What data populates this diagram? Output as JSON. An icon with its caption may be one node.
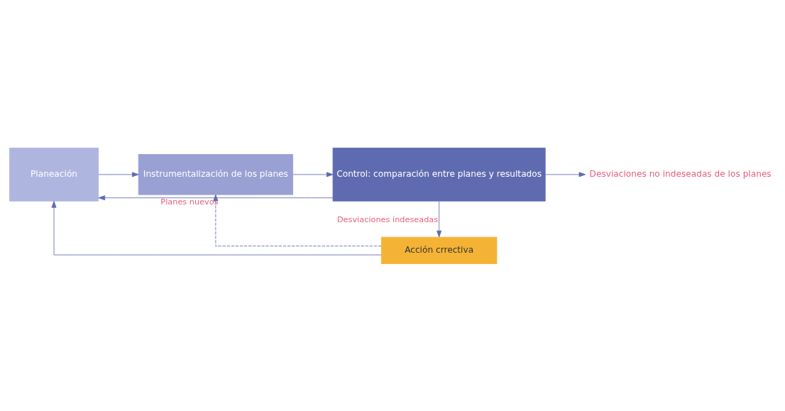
{
  "diagram": {
    "nodes": [
      {
        "text": [
          "Planeación"
        ]
      },
      {
        "text": [
          "Instrumentalización de los planes"
        ]
      },
      {
        "text": [
          "Control: comparación entre planes y resultados"
        ]
      },
      {
        "text": [
          "Desviaciones no indeseadas de los planes"
        ]
      },
      {
        "text": [
          "Acción crrectiva"
        ]
      }
    ],
    "edges": [
      {
        "from": 2,
        "to": 0,
        "arrow": "to",
        "label": "Planes nuevos"
      },
      {
        "from": 0,
        "to": 1,
        "arrow": "to"
      },
      {
        "from": 1,
        "to": 2,
        "arrow": "to"
      },
      {
        "from": 2,
        "to": 3,
        "arrow": "to"
      },
      {
        "from": 2,
        "to": 4,
        "arrow": "to",
        "label": "Desviaciones indeseadas"
      },
      {
        "from": 4,
        "to": 0,
        "arrow": "to"
      },
      {
        "from": 4,
        "to": 1,
        "arrow": "to",
        "style": "dashed"
      }
    ]
  }
}
